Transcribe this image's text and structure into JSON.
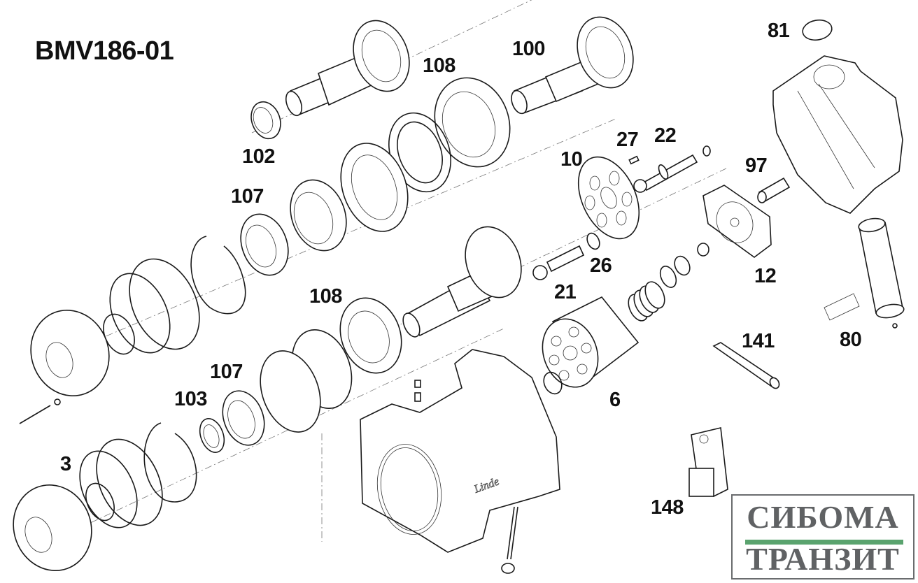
{
  "drawing": {
    "title": "BMV186-01",
    "callouts": [
      {
        "id": "81",
        "label": "81"
      },
      {
        "id": "100",
        "label": "100"
      },
      {
        "id": "108-top",
        "label": "108"
      },
      {
        "id": "102",
        "label": "102"
      },
      {
        "id": "107-top",
        "label": "107"
      },
      {
        "id": "10",
        "label": "10"
      },
      {
        "id": "27",
        "label": "27"
      },
      {
        "id": "22",
        "label": "22"
      },
      {
        "id": "97",
        "label": "97"
      },
      {
        "id": "12",
        "label": "12"
      },
      {
        "id": "26",
        "label": "26"
      },
      {
        "id": "21",
        "label": "21"
      },
      {
        "id": "108-mid",
        "label": "108"
      },
      {
        "id": "141",
        "label": "141"
      },
      {
        "id": "80",
        "label": "80"
      },
      {
        "id": "6",
        "label": "6"
      },
      {
        "id": "107-bottom",
        "label": "107"
      },
      {
        "id": "103",
        "label": "103"
      },
      {
        "id": "3",
        "label": "3"
      },
      {
        "id": "148",
        "label": "148"
      }
    ],
    "brand_mark": "Linde"
  },
  "logo": {
    "line1": "СИБОМА",
    "line2": "ТРАНЗИТ",
    "text_color": "#606264",
    "bar_color": "#5aa36e"
  }
}
